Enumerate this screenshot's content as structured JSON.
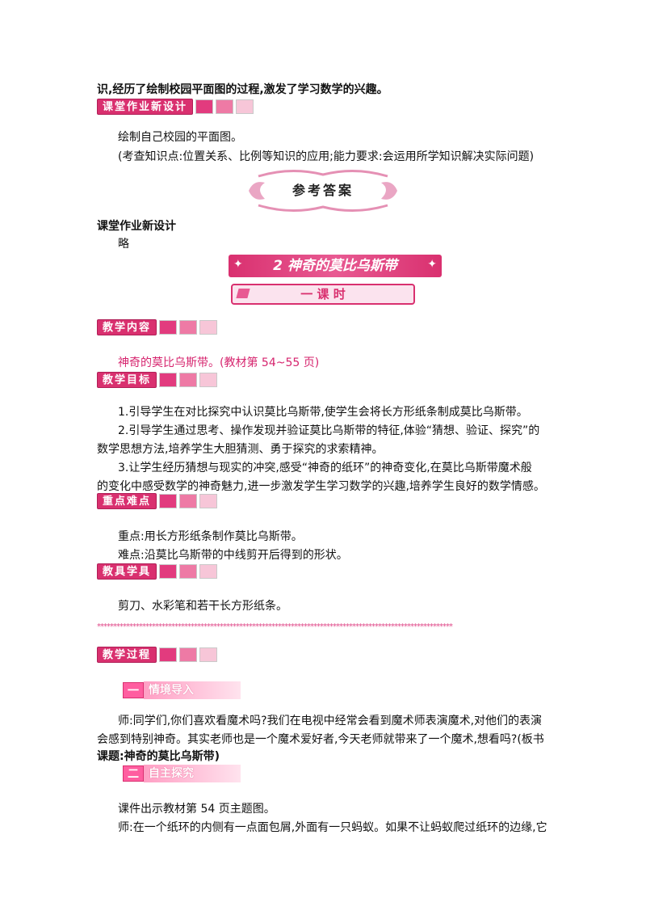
{
  "intro_line": "识,经历了绘制校园平面图的过程,激发了学习数学的兴趣。",
  "sec_homework_1": {
    "label": "课堂作业新设计"
  },
  "homework_text": "绘制自己校园的平面图。",
  "homework_note": "(考查知识点:位置关系、比例等知识的应用;能力要求:会运用所学知识解决实际问题)",
  "answer_banner": "参考答案",
  "answer_heading": "课堂作业新设计",
  "answer_text": "略",
  "lesson_banner": "2 神奇的莫比乌斯带",
  "period_banner": "一  课  时",
  "sec_content": {
    "label": "教学内容"
  },
  "content_text": "神奇的莫比乌斯带。(教材第 54~55 页)",
  "sec_goals": {
    "label": "教学目标"
  },
  "goals": [
    "1.引导学生在对比探究中认识莫比乌斯带,使学生会将长方形纸条制成莫比乌斯带。",
    "2.引导学生通过思考、操作发现并验证莫比乌斯带的特征,体验“猜想、验证、探究”的",
    "数学思想方法,培养学生大胆猜测、勇于探究的求索精神。",
    "3.让学生经历猜想与现实的冲突,感受“神奇的纸环”的神奇变化,在莫比乌斯带魔术般",
    "的变化中感受数学的神奇魅力,进一步激发学生学习数学的兴趣,培养学生良好的数学情感。"
  ],
  "sec_key": {
    "label": "重点难点"
  },
  "key_point": "重点:用长方形纸条制作莫比乌斯带。",
  "difficult_point": "难点:沿莫比乌斯带的中线剪开后得到的形状。",
  "sec_tools": {
    "label": "教具学具"
  },
  "tools_text": "剪刀、水彩笔和若干长方形纸条。",
  "divider": "**************************************************************************************************************",
  "sec_process": {
    "label": "教学过程"
  },
  "step1": {
    "num": "一",
    "name": "情境导入"
  },
  "step1_lines": [
    "师:同学们,你们喜欢看魔术吗?我们在电视中经常会看到魔术师表演魔术,对他们的表演",
    "会感到特别神奇。其实老师也是一个魔术爱好者,今天老师就带来了一个魔术,想看吗?(板书",
    "课题:神奇的莫比乌斯带)"
  ],
  "step2": {
    "num": "二",
    "name": "自主探究"
  },
  "step2_lines": [
    "课件出示教材第 54 页主题图。",
    "师:在一个纸环的内侧有一点面包屑,外面有一只蚂蚁。如果不让蚂蚁爬过纸环的边缘,它"
  ],
  "colors": {
    "accent": "#d9306f",
    "light_pink": "#f7c6d8",
    "text_pink": "#d6246e"
  }
}
